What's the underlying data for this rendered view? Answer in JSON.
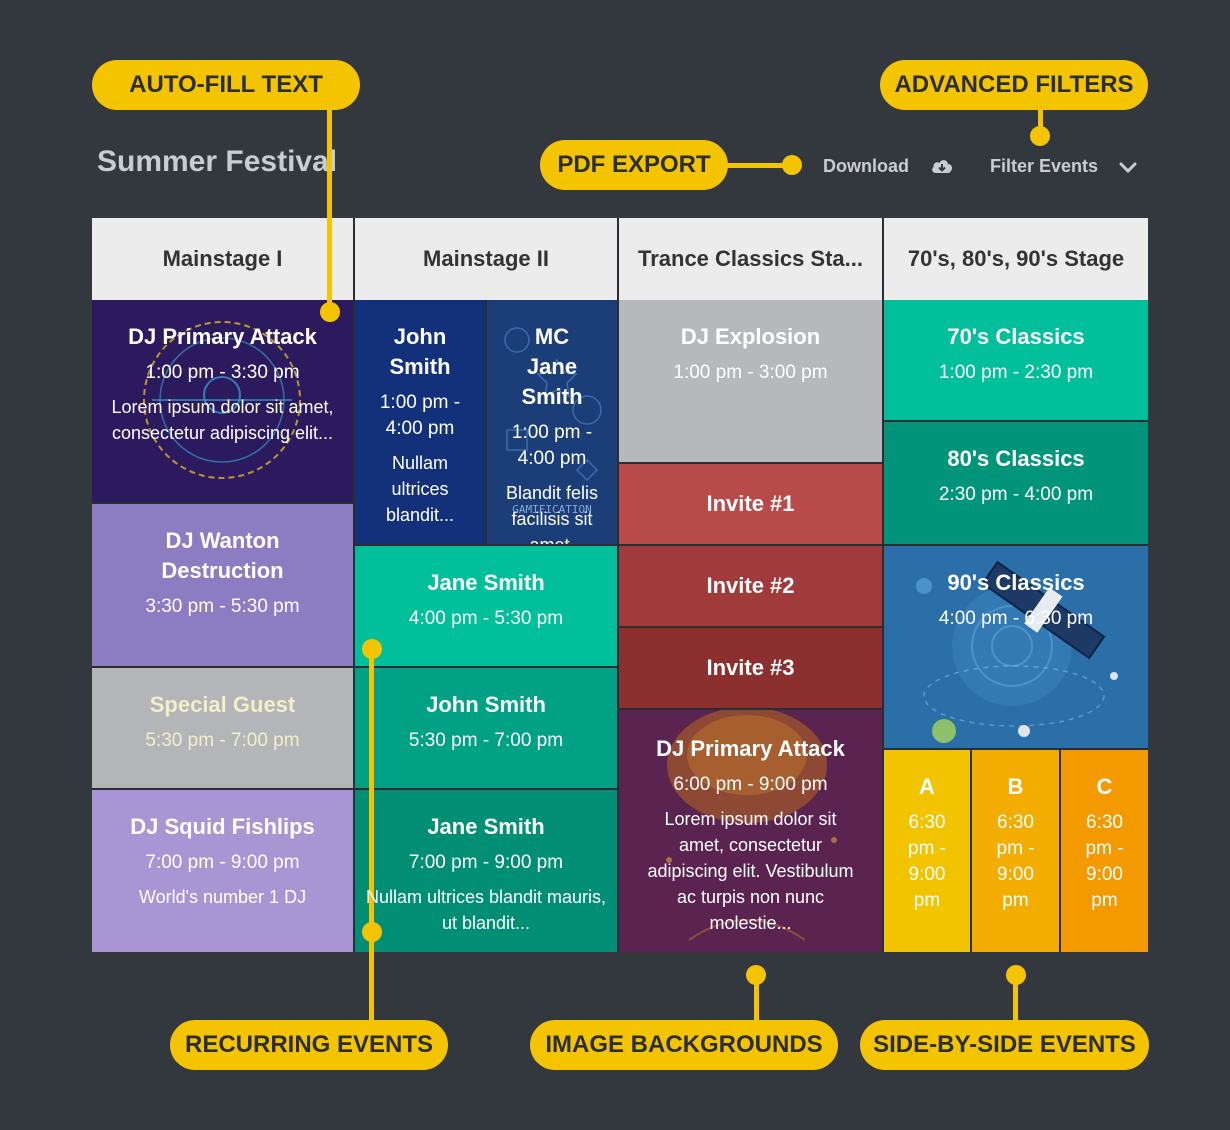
{
  "callouts": {
    "auto_fill": "AUTO-FILL TEXT",
    "advanced_filters": "ADVANCED FILTERS",
    "pdf_export": "PDF EXPORT",
    "recurring": "RECURRING EVENTS",
    "image_backgrounds": "IMAGE BACKGROUNDS",
    "side_by_side": "SIDE-BY-SIDE EVENTS"
  },
  "header": {
    "title": "Summer Festival",
    "download_label": "Download",
    "download_icon": "cloud-download-icon",
    "filter_label": "Filter Events",
    "filter_icon": "chevron-down-icon"
  },
  "columns": [
    "Mainstage I",
    "Mainstage II",
    "Trance Classics Sta...",
    "70's, 80's, 90's Stage"
  ],
  "events": {
    "m1_a": {
      "title": "DJ Primary Attack",
      "time": "1:00 pm - 3:30 pm",
      "desc": "Lorem ipsum dolor sit amet, consectetur adipiscing elit..."
    },
    "m1_b": {
      "title": "DJ Wanton Destruction",
      "time": "3:30 pm - 5:30 pm"
    },
    "m1_c": {
      "title": "Special Guest",
      "time": "5:30 pm - 7:00 pm"
    },
    "m1_d": {
      "title": "DJ Squid Fishlips",
      "time": "7:00 pm - 9:00 pm",
      "desc": "World's number 1 DJ"
    },
    "m2_a": {
      "title": "John Smith",
      "time": "1:00 pm - 4:00 pm",
      "desc": "Nullam ultrices blandit..."
    },
    "m2_b": {
      "title": "MC Jane Smith",
      "time": "1:00 pm - 4:00 pm",
      "desc": "Blandit felis facilisis sit amet.",
      "watermark": "GAMIFICATION"
    },
    "m2_c": {
      "title": "Jane Smith",
      "time": "4:00 pm - 5:30 pm"
    },
    "m2_d": {
      "title": "John Smith",
      "time": "5:30 pm - 7:00 pm"
    },
    "m2_e": {
      "title": "Jane Smith",
      "time": "7:00 pm - 9:00 pm",
      "desc": "Nullam ultrices blandit mauris, ut blandit..."
    },
    "t_a": {
      "title": "DJ Explosion",
      "time": "1:00 pm - 3:00 pm"
    },
    "t_b": {
      "title": "Invite #1"
    },
    "t_c": {
      "title": "Invite #2"
    },
    "t_d": {
      "title": "Invite #3"
    },
    "t_e": {
      "title": "DJ Primary Attack",
      "time": "6:00 pm - 9:00 pm",
      "desc": "Lorem ipsum dolor sit amet, consectetur adipiscing elit. Vestibulum ac turpis non nunc molestie..."
    },
    "s_a": {
      "title": "70's Classics",
      "time": "1:00 pm - 2:30 pm"
    },
    "s_b": {
      "title": "80's Classics",
      "time": "2:30 pm - 4:00 pm"
    },
    "s_c": {
      "title": "90's Classics",
      "time": "4:00 pm - 6:30 pm"
    },
    "s_d": {
      "title": "A",
      "time": "6:30 pm - 9:00 pm"
    },
    "s_e": {
      "title": "B",
      "time": "6:30 pm - 9:00 pm"
    },
    "s_f": {
      "title": "C",
      "time": "6:30 pm - 9:00 pm"
    }
  },
  "colors": {
    "accent": "#f5c400",
    "background": "#33373e",
    "teal": "#00bf9a",
    "teal_dark": "#009678",
    "purple_light": "#9b85c8",
    "navy": "#12317a",
    "red": "#b84a4a",
    "red_dark": "#8b2f2f"
  }
}
